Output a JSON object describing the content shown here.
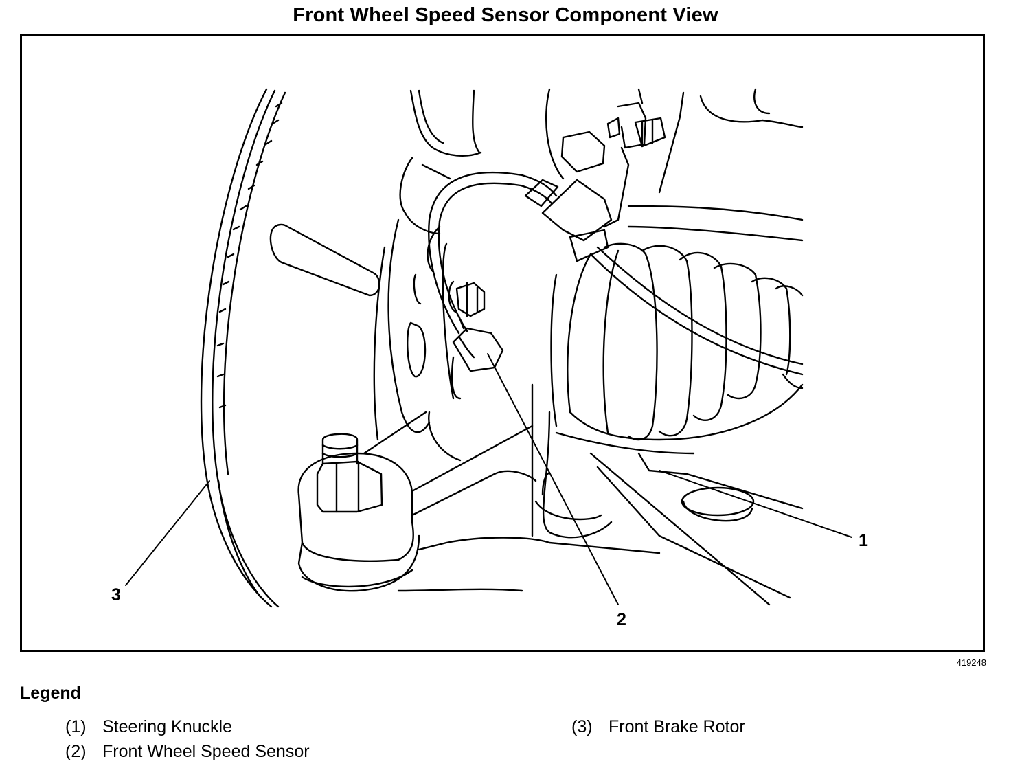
{
  "title": "Front Wheel Speed Sensor Component View",
  "figure_id": "419248",
  "callouts": [
    "1",
    "2",
    "3"
  ],
  "legend": {
    "heading": "Legend",
    "items": [
      {
        "num": "(1)",
        "label": "Steering Knuckle"
      },
      {
        "num": "(2)",
        "label": "Front Wheel Speed Sensor"
      },
      {
        "num": "(3)",
        "label": "Front Brake Rotor"
      }
    ]
  }
}
